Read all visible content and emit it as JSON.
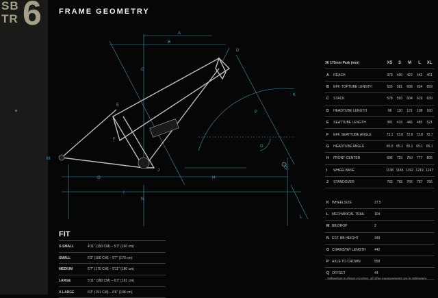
{
  "logo": {
    "line1": "SB",
    "line2": "TR",
    "number": "6"
  },
  "page_title": "FRAME GEOMETRY",
  "colors": {
    "accent": "#a6a088",
    "frame_line": "#3fa9c9",
    "background": "#060606"
  },
  "diagram_labels": [
    "A",
    "B",
    "C",
    "D",
    "E",
    "F",
    "G",
    "H",
    "I",
    "J",
    "K",
    "L",
    "M",
    "N",
    "O",
    "P",
    "Q"
  ],
  "geometry": {
    "header": "36 170mm Park (mm)",
    "sizes": [
      "XS",
      "S",
      "M",
      "L",
      "XL"
    ],
    "rows": [
      {
        "letter": "A",
        "name": "REACH",
        "values": [
          "379",
          "400",
          "422",
          "442",
          "461"
        ]
      },
      {
        "letter": "B",
        "name": "EFF. TOPTUBE LENGTH",
        "values": [
          "555",
          "581",
          "608",
          "634",
          "659"
        ]
      },
      {
        "letter": "C",
        "name": "STACK",
        "values": [
          "578",
          "593",
          "604",
          "619",
          "639"
        ]
      },
      {
        "letter": "D",
        "name": "HEADTUBE LENGTH",
        "values": [
          "98",
          "110",
          "121",
          "138",
          "160"
        ]
      },
      {
        "letter": "E",
        "name": "SEATTUBE LENGTH",
        "values": [
          "381",
          "419",
          "445",
          "483",
          "521"
        ]
      },
      {
        "letter": "F",
        "name": "EFF. SEATTUBE ANGLE",
        "values": [
          "73.1",
          "73.0",
          "72.9",
          "72.8",
          "72.7"
        ]
      },
      {
        "letter": "G",
        "name": "HEADTUBE ANGLE",
        "values": [
          "65.0",
          "65.1",
          "65.1",
          "65.1",
          "65.1"
        ]
      },
      {
        "letter": "H",
        "name": "FRONT-CENTER",
        "values": [
          "696",
          "723",
          "750",
          "777",
          "805"
        ]
      },
      {
        "letter": "I",
        "name": "WHEELBASE",
        "values": [
          "1138",
          "1165",
          "1192",
          "1219",
          "1247"
        ]
      },
      {
        "letter": "J",
        "name": "STANDOVER",
        "values": [
          "762",
          "765",
          "766",
          "767",
          "766"
        ]
      }
    ]
  },
  "extra": [
    {
      "letter": "K",
      "name": "WHEELSIZE",
      "value": "27.5"
    },
    {
      "letter": "L",
      "name": "MECHANICAL TRAIL",
      "value": "104"
    },
    {
      "letter": "M",
      "name": "BB DROP",
      "value": "2"
    },
    {
      "letter": "N",
      "name": "EST. BB HEIGHT",
      "value": "349"
    },
    {
      "letter": "O",
      "name": "CHAINSTAY LENGTH",
      "value": "442"
    },
    {
      "letter": "P",
      "name": "AXLE TO CROWN",
      "value": "559"
    },
    {
      "letter": "Q",
      "name": "OFFSET",
      "value": "44"
    }
  ],
  "footnote": "*Wheelsize is shown in inches, all other measurements are in millimeters.",
  "fit": {
    "title": "FIT",
    "rows": [
      {
        "size": "X-SMALL",
        "range": "4'11\" (150 CM) – 5'3\" (160 cm)"
      },
      {
        "size": "SMALL",
        "range": "5'3\" (160 CM) – 5'7\" (170 cm)"
      },
      {
        "size": "MEDIUM",
        "range": "5'7\" (170 CM) – 5'11\" (180 cm)"
      },
      {
        "size": "LARGE",
        "range": "5'11\" (180 CM) – 6'3\" (191 cm)"
      },
      {
        "size": "X-LARGE",
        "range": "6'3\" (191 CM) – 6'6\" (198 cm)"
      }
    ]
  }
}
